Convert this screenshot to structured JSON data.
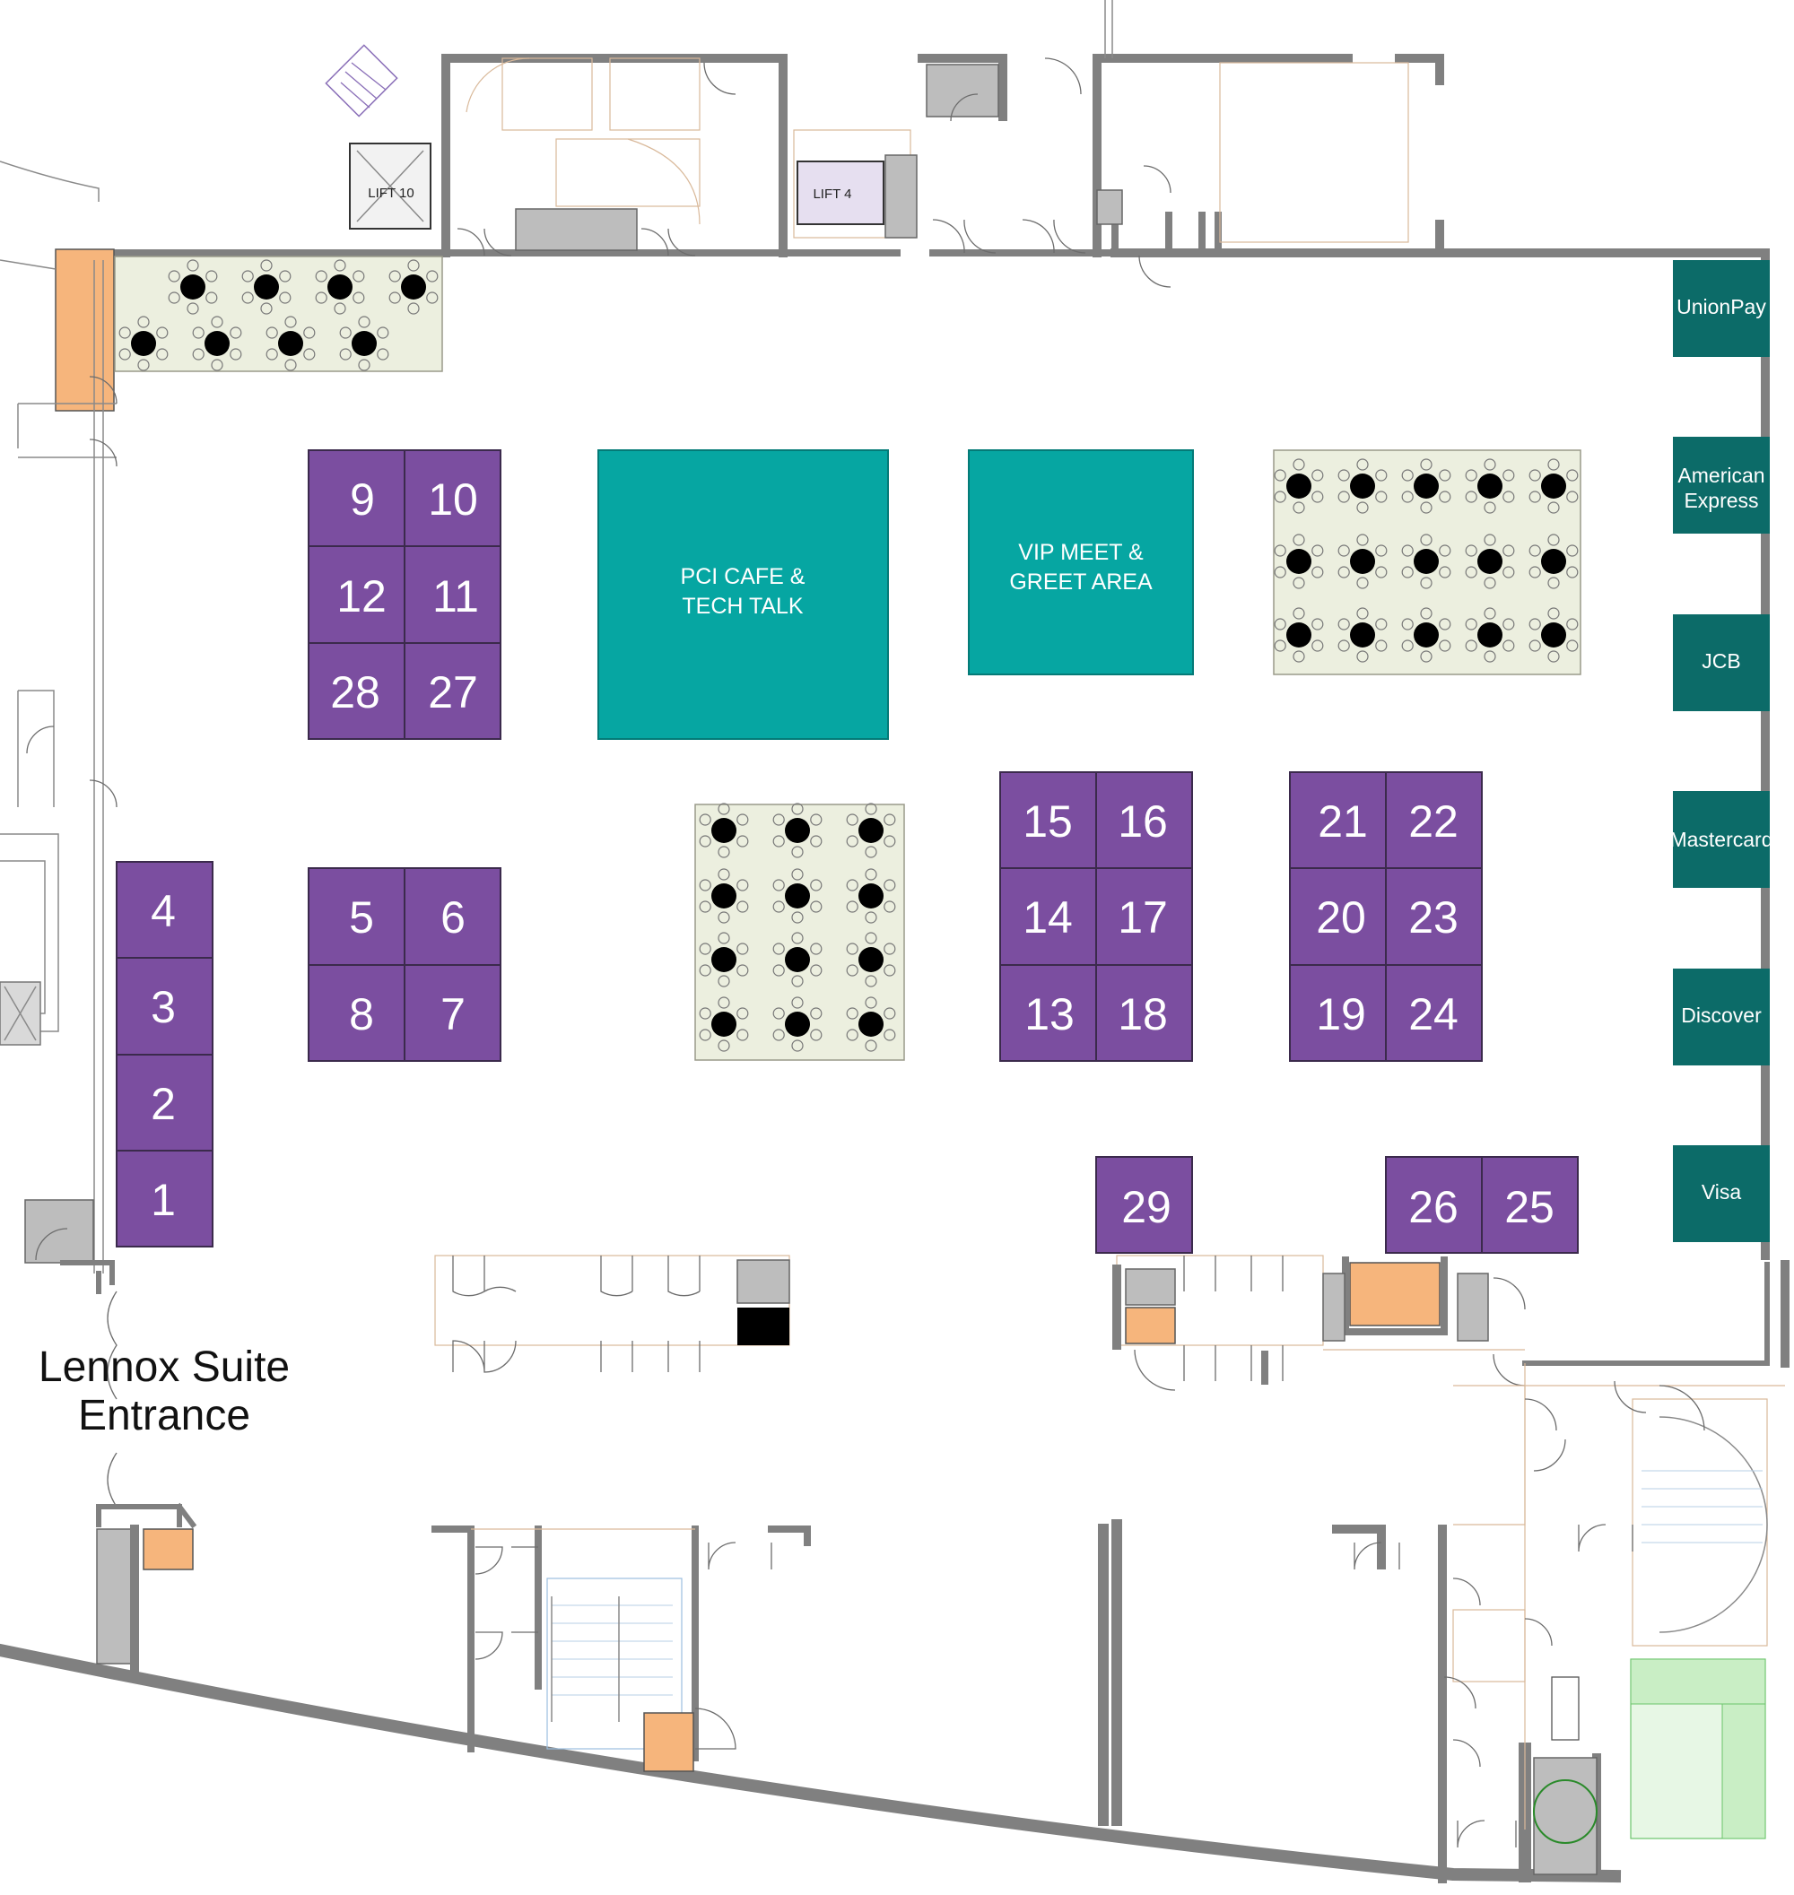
{
  "lifts": [
    "LIFT 10",
    "LIFT 4"
  ],
  "areas": {
    "cafe": [
      "PCI CAFE &",
      "TECH TALK"
    ],
    "vip": [
      "VIP MEET &",
      "GREET AREA"
    ]
  },
  "sponsors": [
    [
      "UnionPay"
    ],
    [
      "American",
      "Express"
    ],
    [
      "JCB"
    ],
    [
      "Mastercard"
    ],
    [
      "Discover"
    ],
    [
      "Visa"
    ]
  ],
  "booths": [
    "1",
    "2",
    "3",
    "4",
    "5",
    "6",
    "7",
    "8",
    "9",
    "10",
    "11",
    "12",
    "13",
    "14",
    "15",
    "16",
    "17",
    "18",
    "19",
    "20",
    "21",
    "22",
    "23",
    "24",
    "25",
    "26",
    "27",
    "28",
    "29"
  ],
  "entrance": {
    "line1": "Lennox Suite",
    "line2": "Entrance"
  },
  "colors": {
    "booth": "#7b4ea0",
    "area": "#06a6a2",
    "sponsor": "#0c6b68",
    "seating": "#ecefdf",
    "utility": "#f6b57c",
    "wall": "#808080"
  }
}
